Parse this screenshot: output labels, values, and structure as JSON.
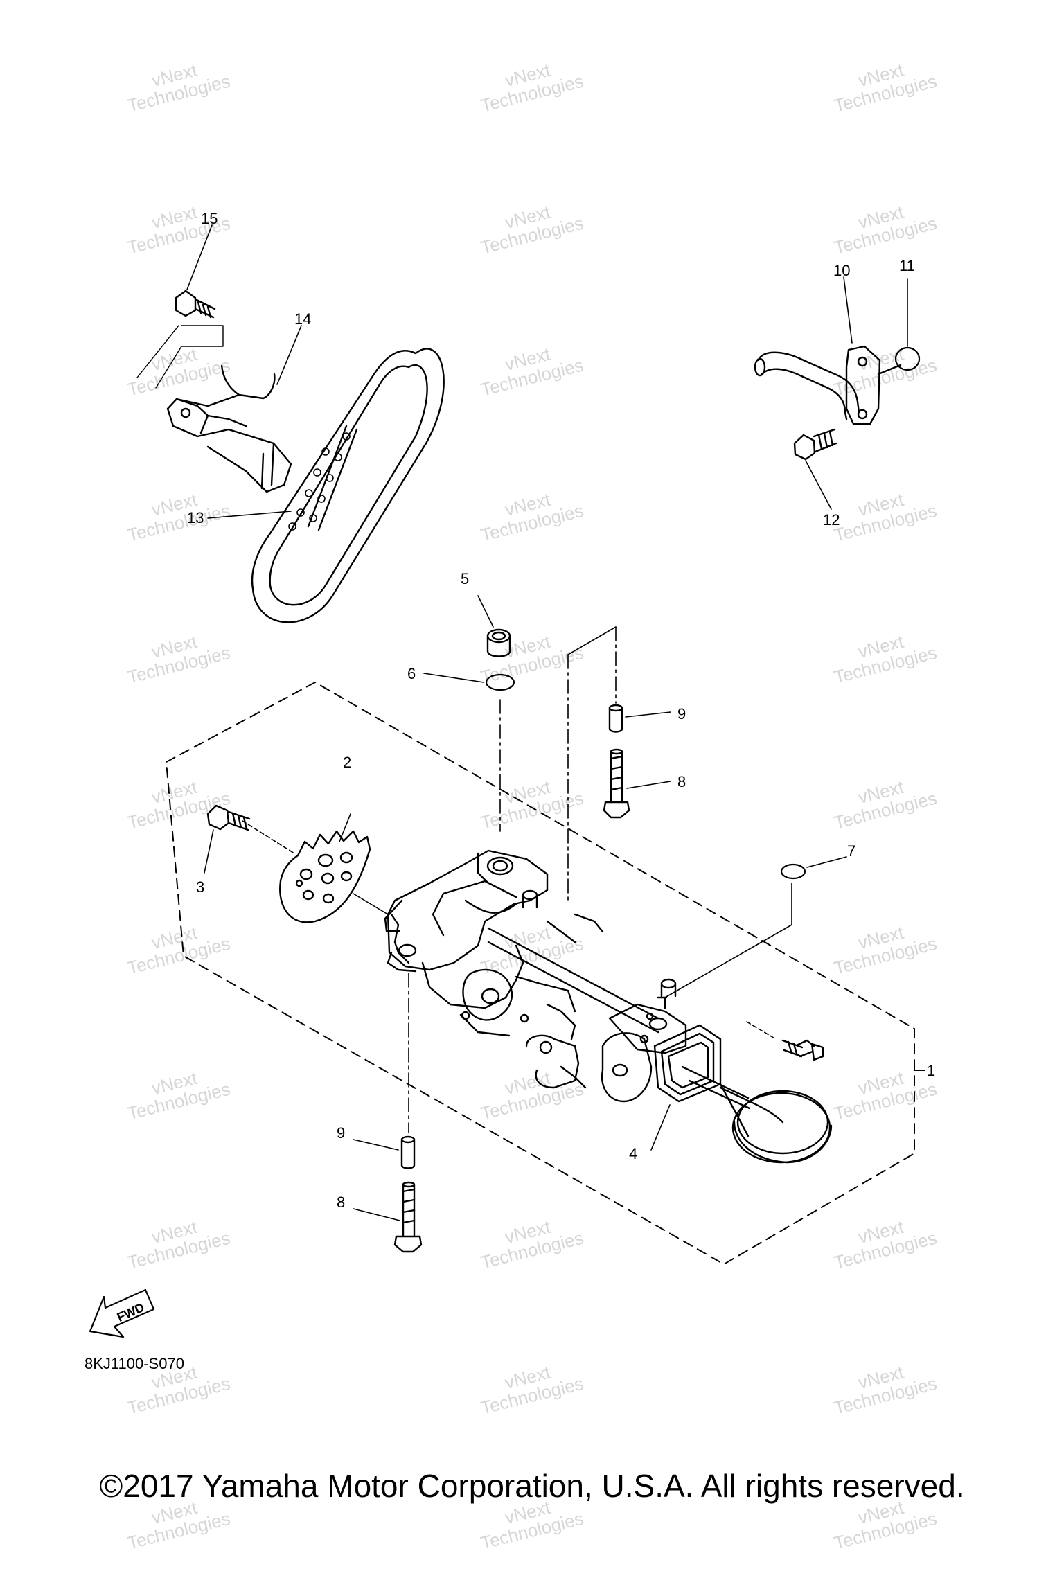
{
  "callouts": [
    {
      "id": "15",
      "label": "15"
    },
    {
      "id": "14",
      "label": "14"
    },
    {
      "id": "13",
      "label": "13"
    },
    {
      "id": "10",
      "label": "10"
    },
    {
      "id": "11",
      "label": "11"
    },
    {
      "id": "12",
      "label": "12"
    },
    {
      "id": "5",
      "label": "5"
    },
    {
      "id": "6",
      "label": "6"
    },
    {
      "id": "9a",
      "label": "9"
    },
    {
      "id": "8a",
      "label": "8"
    },
    {
      "id": "2",
      "label": "2"
    },
    {
      "id": "3",
      "label": "3"
    },
    {
      "id": "7",
      "label": "7"
    },
    {
      "id": "1",
      "label": "1"
    },
    {
      "id": "4",
      "label": "4"
    },
    {
      "id": "9b",
      "label": "9"
    },
    {
      "id": "8b",
      "label": "8"
    }
  ],
  "watermark": {
    "line1": "vNext",
    "line2": "Technologies",
    "color": "#d6d6d6"
  },
  "fwd_label": "FWD",
  "diagram_code": "8KJ1100-S070",
  "copyright": "©2017 Yamaha Motor Corporation, U.S.A. All rights reserved."
}
